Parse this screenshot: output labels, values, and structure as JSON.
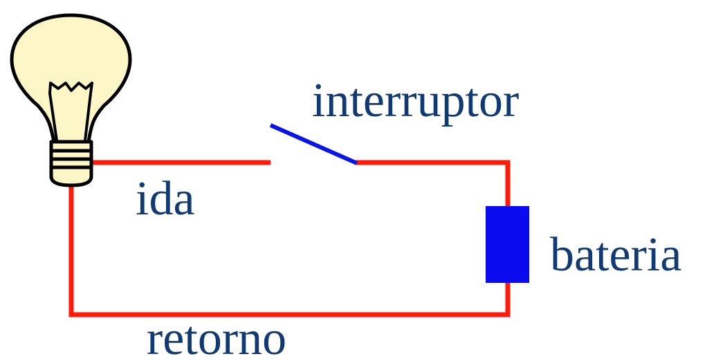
{
  "labels": {
    "switch": "interruptor",
    "outgoing": "ida",
    "battery": "bateria",
    "return": "retorno"
  },
  "colors": {
    "wire": "#ff1a0a",
    "switch_lever": "#0a14e8",
    "battery": "#0a0aee",
    "text": "#123a72",
    "bulb_fill": "#fdf6c6",
    "outline": "#000000"
  },
  "icons": {
    "bulb": "light-bulb-icon",
    "battery": "battery-icon",
    "switch": "open-switch-icon"
  }
}
